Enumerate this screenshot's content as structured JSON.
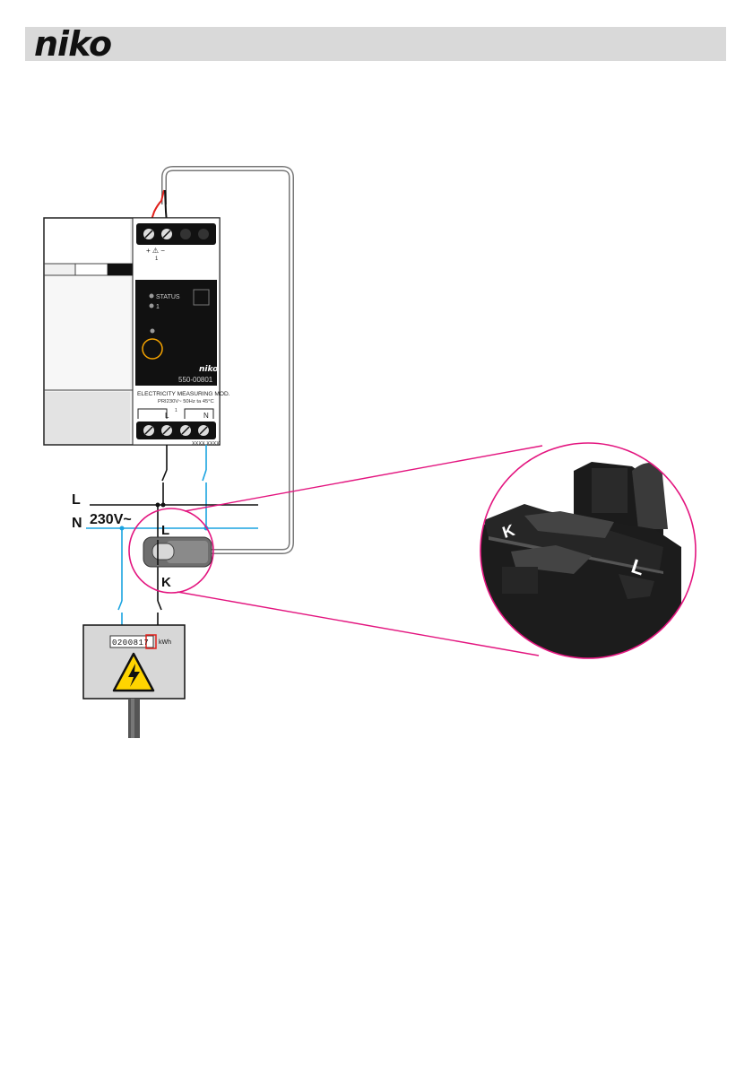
{
  "header": {
    "brand": "niko"
  },
  "module": {
    "top_terminal_label": "+ ⚠ −",
    "top_terminal_sub": "1",
    "led_status": "STATUS",
    "led_1": "1",
    "brand": "niko",
    "model": "550-00801",
    "title": "ELECTRICITY MEASURING MOD.",
    "rating": "PRI230V~ 50Hz ta 45°C",
    "terminal_L": "L",
    "terminal_N": "N",
    "terminal_sub": "1",
    "serial": "XXXX XXXX"
  },
  "mains": {
    "line_label": "L",
    "neutral_label": "N",
    "voltage": "230V~"
  },
  "clamp": {
    "label_L": "L",
    "label_K": "K"
  },
  "meter": {
    "reading": "0200817",
    "unit": "kWh"
  },
  "zoom": {
    "label_K": "K",
    "label_L": "L"
  },
  "colors": {
    "neutral": "#1aa3e0",
    "callout": "#e3157f",
    "positive_wire": "#e0201b",
    "ring": "#f5a300"
  }
}
